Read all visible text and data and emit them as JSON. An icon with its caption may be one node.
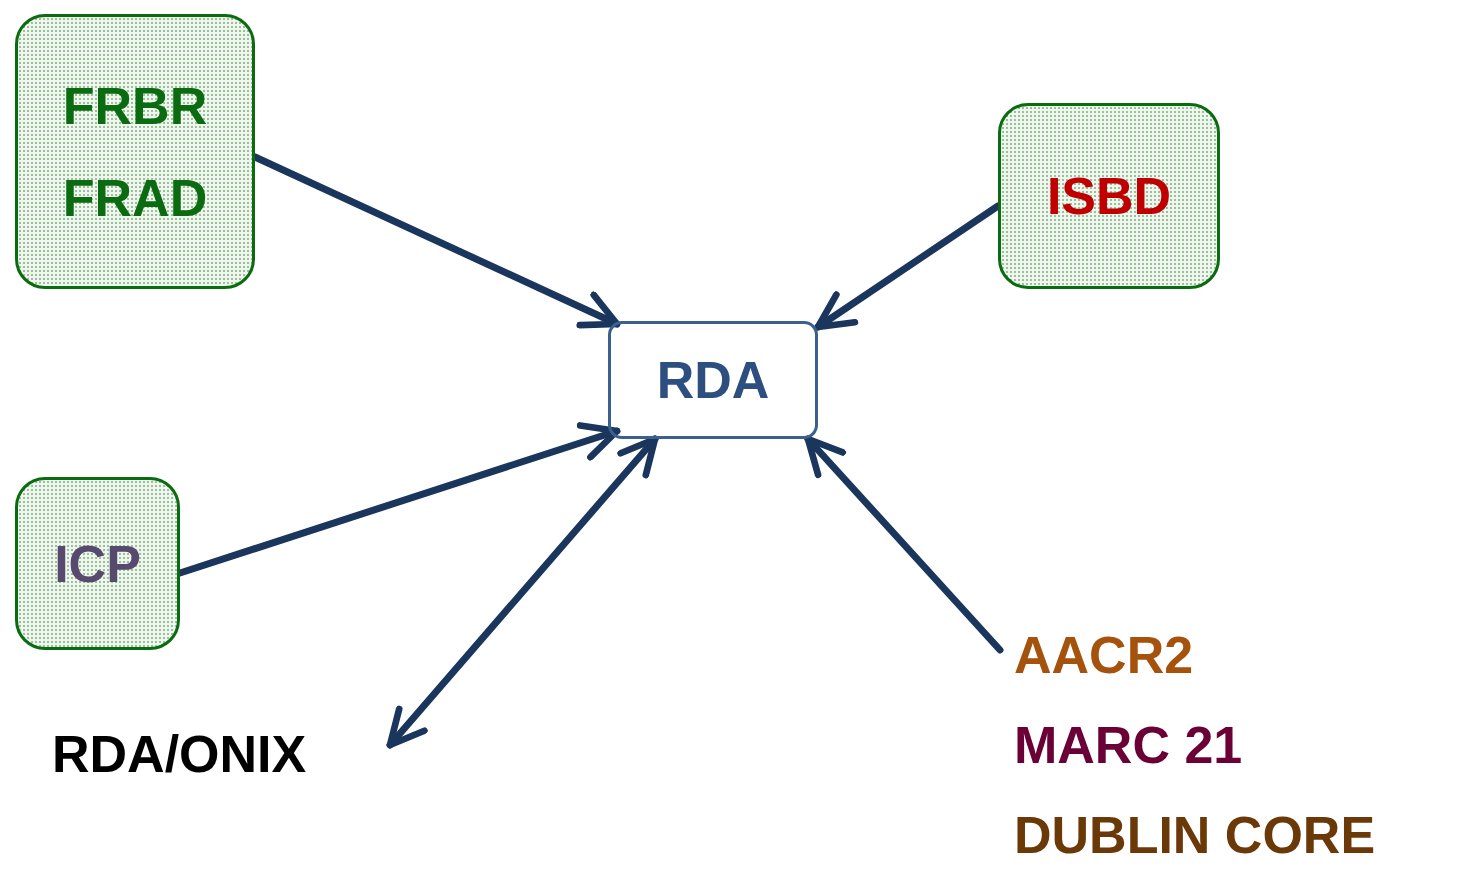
{
  "diagram": {
    "nodes": [
      {
        "text": [
          "FRBR",
          "FRAD"
        ]
      },
      {
        "text": [
          "ISBD"
        ]
      },
      {
        "text": [
          "RDA"
        ]
      },
      {
        "text": [
          "ICP"
        ]
      },
      {
        "text": [
          "RDA/ONIX"
        ]
      },
      {
        "text": [
          "AACR2",
          "MARC 21",
          "DUBLIN CORE"
        ]
      }
    ],
    "edges": [
      {
        "from": 0,
        "to": 2,
        "arrow": "to"
      },
      {
        "from": 1,
        "to": 2,
        "arrow": "to"
      },
      {
        "from": 3,
        "to": 2,
        "arrow": "to"
      },
      {
        "from": 2,
        "to": 4,
        "arrow": "both"
      },
      {
        "from": 5,
        "to": 2,
        "arrow": "to"
      }
    ]
  }
}
